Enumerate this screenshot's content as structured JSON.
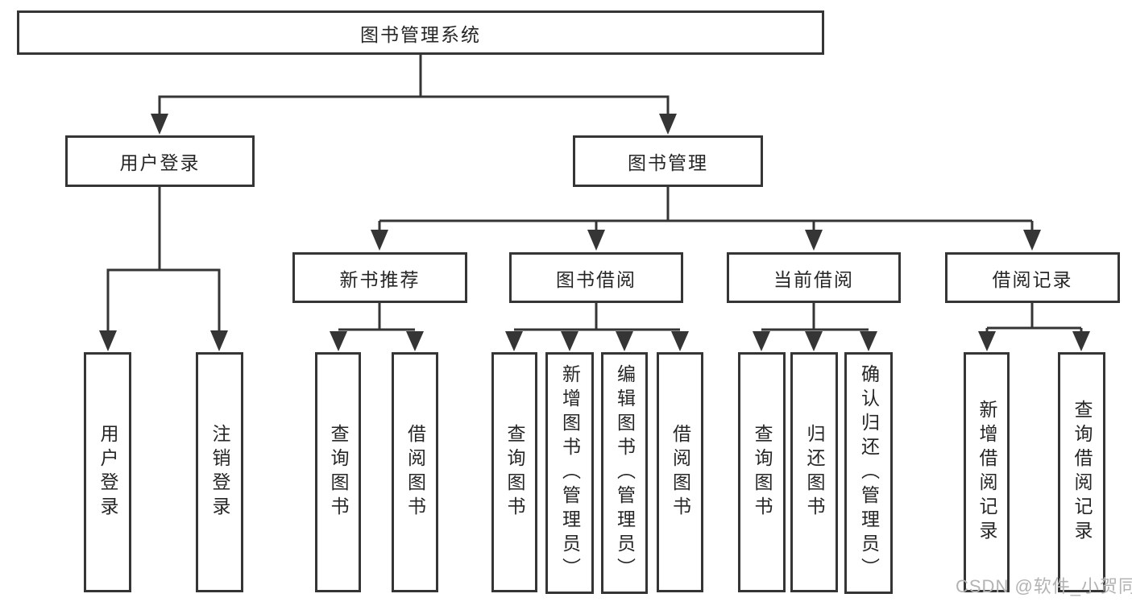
{
  "diagram_type": "functional-structure-tree",
  "colors": {
    "background": "#ffffff",
    "line": "#353535",
    "text": "#262626",
    "watermark": "#b3b3b3"
  },
  "tree": {
    "label": "图书管理系统",
    "children": [
      {
        "label": "用户登录",
        "children": [
          {
            "label": "用户登录"
          },
          {
            "label": "注销登录"
          }
        ]
      },
      {
        "label": "图书管理",
        "children": [
          {
            "label": "新书推荐",
            "children": [
              {
                "label": "查询图书"
              },
              {
                "label": "借阅图书"
              }
            ]
          },
          {
            "label": "图书借阅",
            "children": [
              {
                "label": "查询图书"
              },
              {
                "label": "新增图书（管理员）"
              },
              {
                "label": "编辑图书（管理员）"
              },
              {
                "label": "借阅图书"
              }
            ]
          },
          {
            "label": "当前借阅",
            "children": [
              {
                "label": "查询图书"
              },
              {
                "label": "归还图书"
              },
              {
                "label": "确认归还（管理员）"
              }
            ]
          },
          {
            "label": "借阅记录",
            "children": [
              {
                "label": "新增借阅记录"
              },
              {
                "label": "查询借阅记录"
              }
            ]
          }
        ]
      }
    ]
  },
  "watermark": {
    "text": "CSDN @软件_小贺同学"
  }
}
